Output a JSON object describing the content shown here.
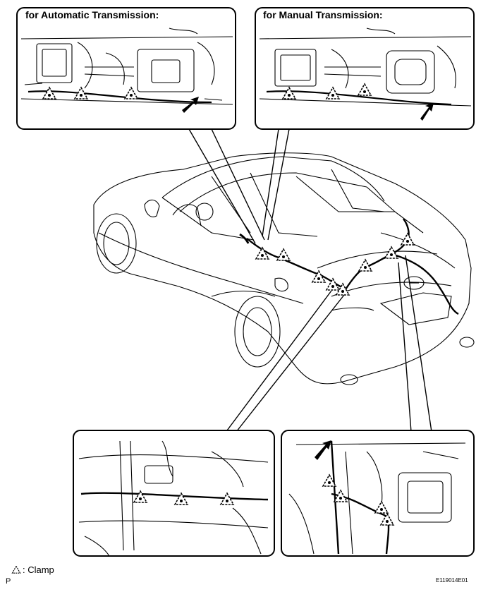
{
  "insets": {
    "automatic_title": "for Automatic Transmission:",
    "manual_title": "for Manual Transmission:"
  },
  "legend": {
    "symbol_name": "clamp-triangle-icon",
    "text": ": Clamp"
  },
  "footer": {
    "left_code": "P",
    "figure_code": "E119014E01"
  }
}
